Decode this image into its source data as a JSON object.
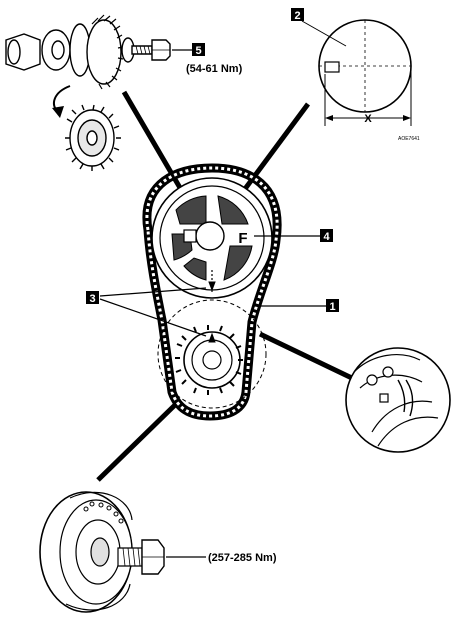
{
  "callouts": {
    "c1": "1",
    "c2": "2",
    "c3": "3",
    "c4": "4",
    "c5": "5"
  },
  "torques": {
    "bolt": "(54-61 Nm)",
    "pulley": "(257-285 Nm)"
  },
  "marks": {
    "gear_letter": "F",
    "dimension": "X",
    "figure_code": "AOE7641"
  },
  "colors": {
    "ink": "#000000",
    "paper": "#ffffff"
  }
}
